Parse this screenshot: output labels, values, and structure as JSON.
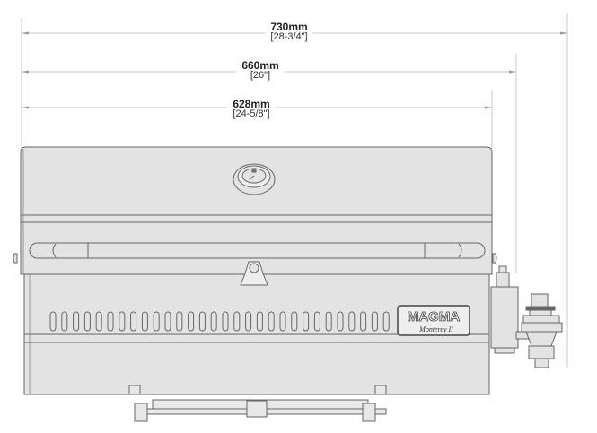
{
  "dimensions": [
    {
      "mm": "730mm",
      "inches": "[28-3/4\"]"
    },
    {
      "mm": "660mm",
      "inches": "[26\"]"
    },
    {
      "mm": "628mm",
      "inches": "[24-5/8\"]"
    }
  ],
  "logo": {
    "brand": "MAGMA",
    "model": "Monterey II"
  },
  "colors": {
    "body": "#e3e3e3",
    "line": "#555555",
    "dim_line": "#bbbbbb"
  }
}
